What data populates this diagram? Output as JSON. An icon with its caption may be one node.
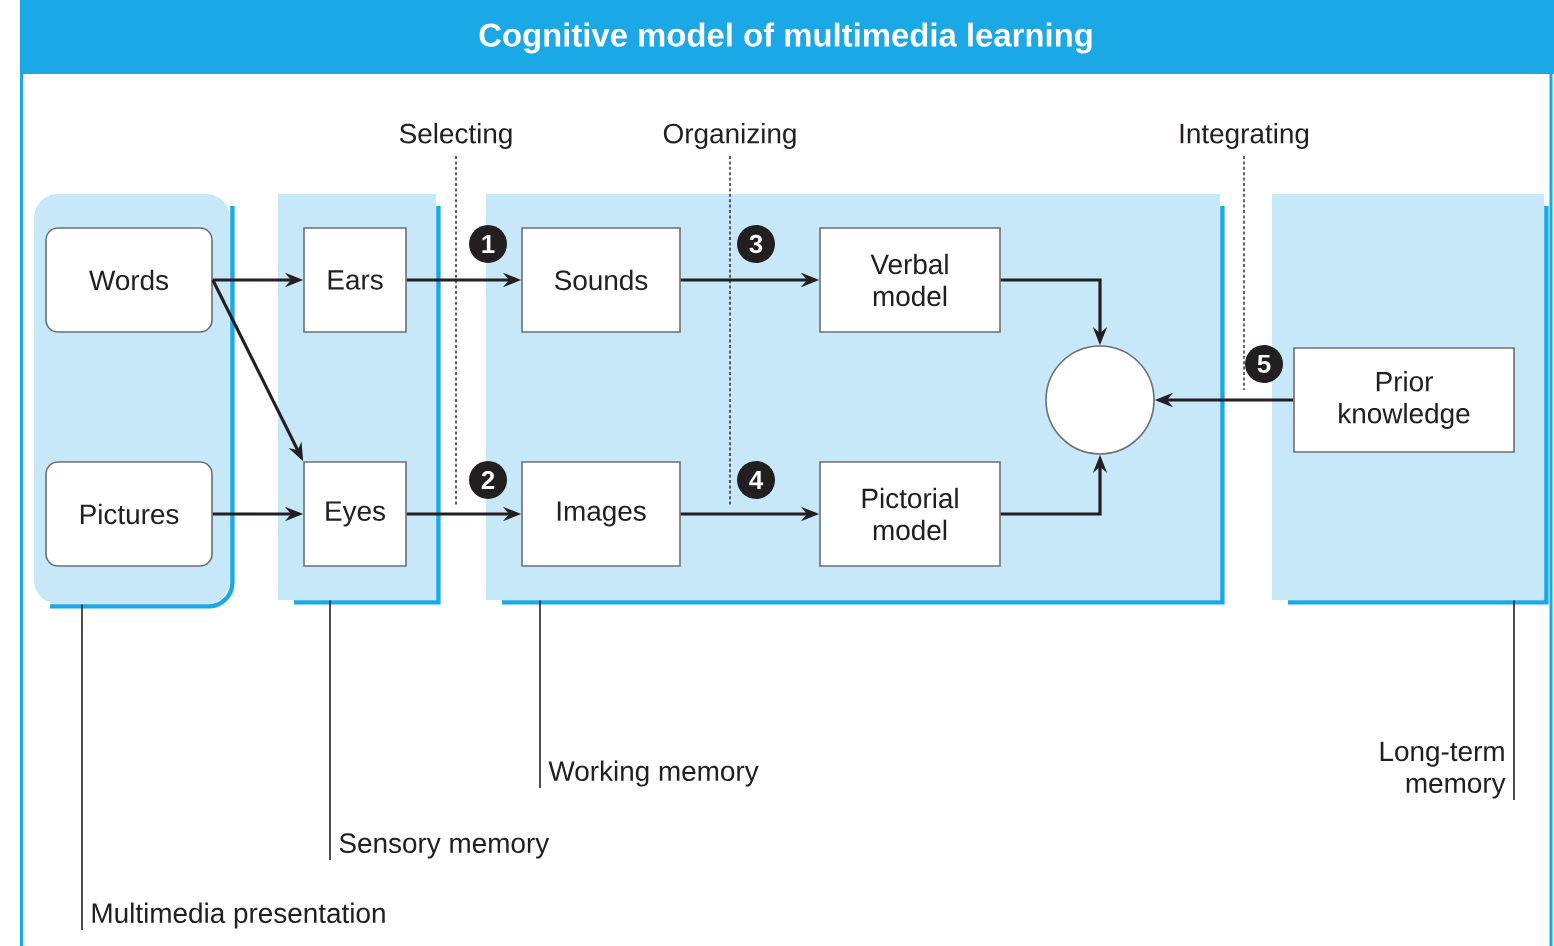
{
  "diagram": {
    "title": "Cognitive model of multimedia learning",
    "nodes": [
      {
        "text": [],
        "shape": "box"
      },
      {
        "text": [
          "Words"
        ],
        "in": 0
      },
      {
        "text": [
          "Pictures"
        ],
        "in": 0
      },
      {
        "text": [],
        "shape": "box"
      },
      {
        "text": [
          "Ears"
        ],
        "in": 3
      },
      {
        "text": [
          "Eyes"
        ],
        "in": 3
      },
      {
        "text": [],
        "shape": "box"
      },
      {
        "text": [
          "Sounds"
        ],
        "in": 6
      },
      {
        "text": [
          "Images"
        ],
        "in": 6
      },
      {
        "text": [
          "Verbal model"
        ],
        "in": 6
      },
      {
        "text": [
          "Pictorial model"
        ],
        "in": 6
      },
      {
        "text": [],
        "shape": "circle",
        "in": 6
      },
      {
        "text": [],
        "shape": "box"
      },
      {
        "text": [
          "Prior knowledge"
        ],
        "in": 12
      },
      {
        "text": [
          "Multimedia presentation"
        ]
      },
      {
        "text": [
          "Sensory memory"
        ]
      },
      {
        "text": [
          "Working memory"
        ]
      },
      {
        "text": [
          "Long-term memory"
        ]
      }
    ],
    "edges": [
      {
        "from": 1,
        "to": 4,
        "arrow": "to"
      },
      {
        "from": 1,
        "to": 5,
        "arrow": "to"
      },
      {
        "from": 2,
        "to": 5,
        "arrow": "to"
      },
      {
        "from": 4,
        "to": 7,
        "arrow": "to",
        "label": "1"
      },
      {
        "from": 5,
        "to": 8,
        "arrow": "to",
        "label": "2"
      },
      {
        "from": 7,
        "to": 9,
        "arrow": "to",
        "label": "3"
      },
      {
        "from": 8,
        "to": 10,
        "arrow": "to",
        "label": "4"
      },
      {
        "from": 9,
        "to": 11,
        "arrow": "to"
      },
      {
        "from": 10,
        "to": 11,
        "arrow": "to"
      },
      {
        "from": 13,
        "to": 11,
        "arrow": "to",
        "label": "5"
      },
      {
        "from": 14,
        "to": 0,
        "arrow": "none"
      },
      {
        "from": 15,
        "to": 3,
        "arrow": "none"
      },
      {
        "from": 16,
        "to": 6,
        "arrow": "none"
      },
      {
        "from": 17,
        "to": 12,
        "arrow": "none"
      }
    ],
    "labels": [
      "Selecting",
      "Organizing",
      "Integrating"
    ]
  }
}
